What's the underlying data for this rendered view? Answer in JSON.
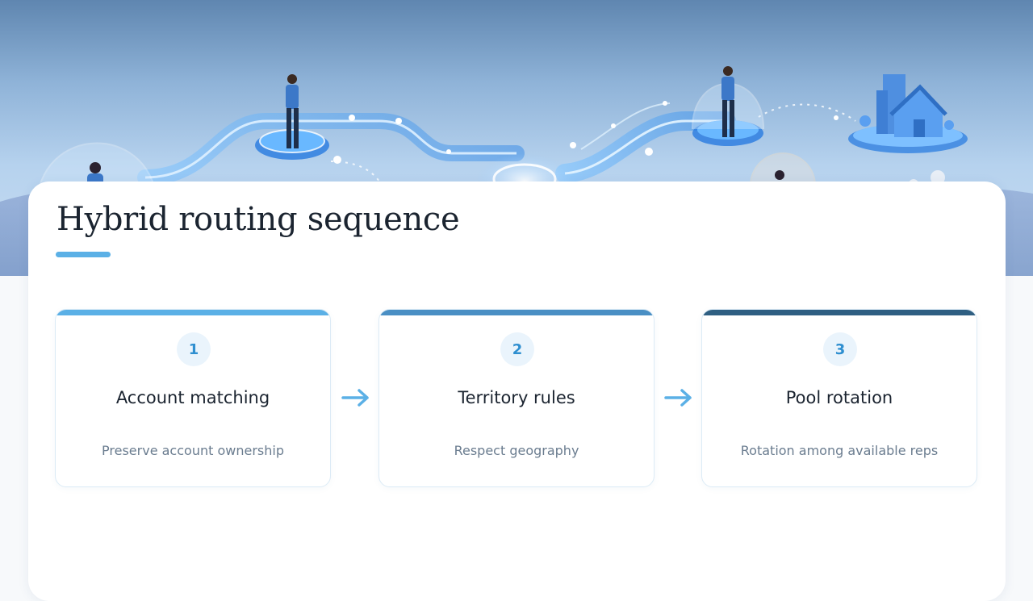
{
  "slide": {
    "title": "Hybrid routing sequence",
    "accent_color": "#5bb0e6"
  },
  "steps": [
    {
      "number": "1",
      "title": "Account matching",
      "description": "Preserve account ownership",
      "bar_color": "#5bb0e6"
    },
    {
      "number": "2",
      "title": "Territory rules",
      "description": "Respect geography",
      "bar_color": "#4a8fc4"
    },
    {
      "number": "3",
      "title": "Pool rotation",
      "description": "Rotation among available reps",
      "bar_color": "#2f5f82"
    }
  ],
  "connectors": [
    {
      "icon": "arrow-right-icon",
      "color": "#5bb0e6"
    },
    {
      "icon": "arrow-right-icon",
      "color": "#5bb0e6"
    }
  ],
  "hero": {
    "illustration": "routing-network-illustration"
  }
}
